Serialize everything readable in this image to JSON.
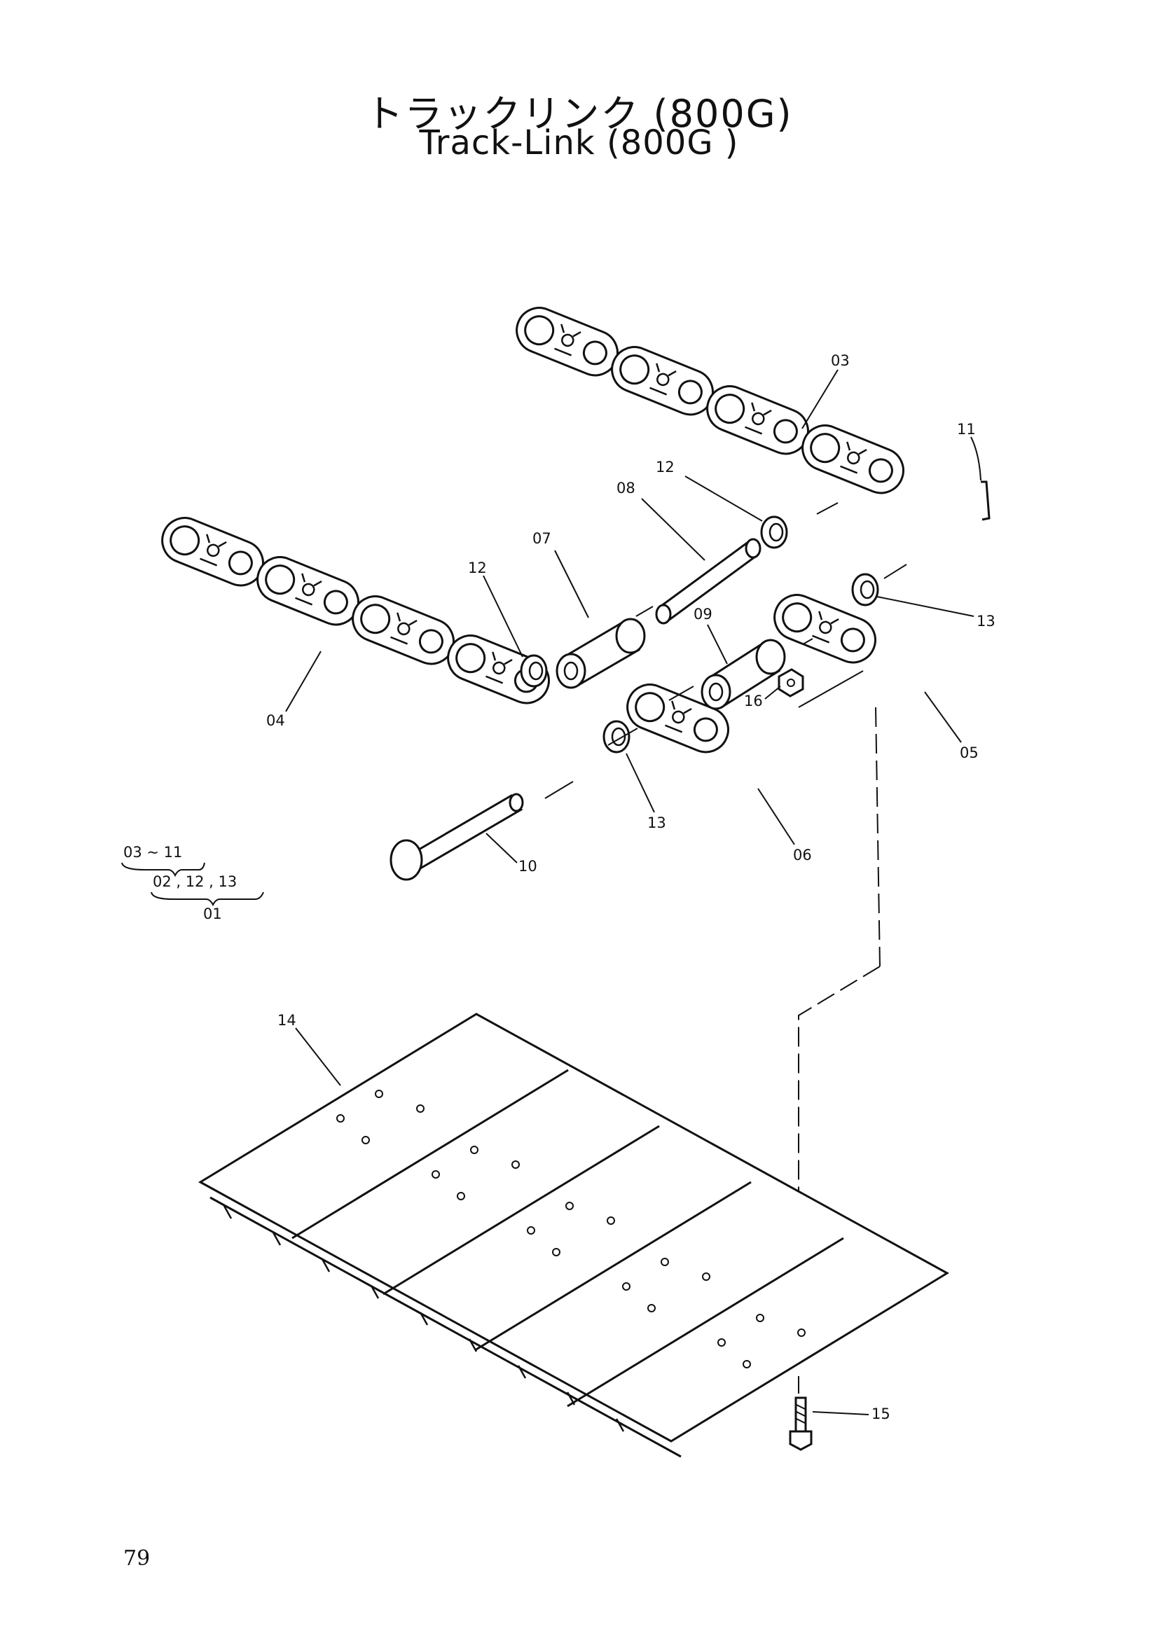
{
  "title": {
    "japanese": "トラックリンク (800G)",
    "english": "Track-Link (800G )"
  },
  "page_number": "79",
  "callouts": {
    "c03": "03",
    "c11": "11",
    "c12a": "12",
    "c08": "08",
    "c07": "07",
    "c12b": "12",
    "c13a": "13",
    "c09": "09",
    "c16": "16",
    "c04": "04",
    "c05": "05",
    "c13b": "13",
    "c06": "06",
    "c10": "10",
    "c14": "14",
    "c15": "15"
  },
  "assembly_key": {
    "row1": "03 ~ 11",
    "row2": "02 , 12 , 13",
    "row3": "01"
  },
  "colors": {
    "ink": "#111111",
    "paper": "#ffffff"
  }
}
